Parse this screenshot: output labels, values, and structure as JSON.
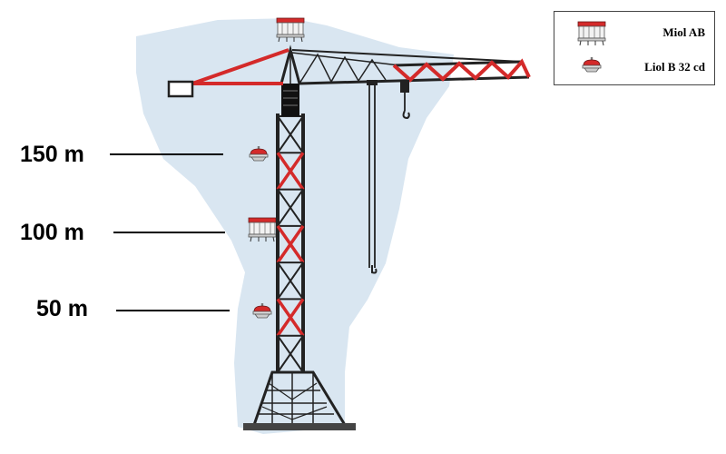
{
  "legend": {
    "items": [
      {
        "icon": "obstruction-light-large-icon",
        "label": "Miol AB"
      },
      {
        "icon": "obstruction-light-small-icon",
        "label": "Liol B 32 cd"
      }
    ]
  },
  "height_markers": [
    {
      "label": "150 m",
      "light": "obstruction-light-small-icon"
    },
    {
      "label": "100 m",
      "light": "obstruction-light-large-icon"
    },
    {
      "label": "50 m",
      "light": "obstruction-light-small-icon"
    }
  ],
  "colors": {
    "red": "#d42a2a",
    "steel": "#222222",
    "sky": "#d9e6f1"
  }
}
